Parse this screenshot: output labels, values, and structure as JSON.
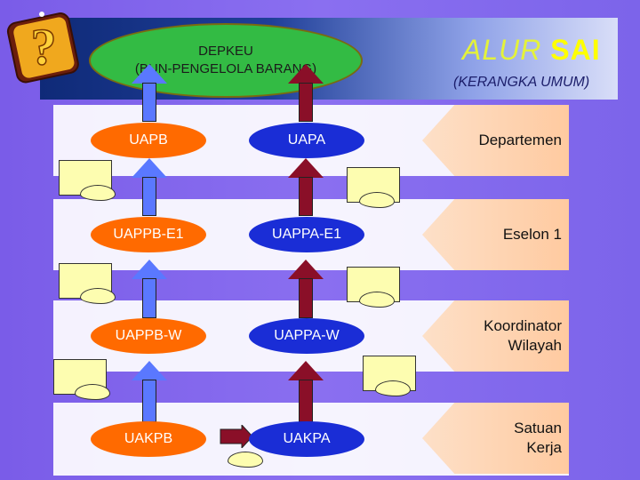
{
  "header": {
    "title_light": "ALUR",
    "title_bold": "SAI",
    "subtitle": "(KERANGKA UMUM)"
  },
  "top_node": {
    "line1": "DEPKEU",
    "line2": "(BUN-PENGELOLA BARANG)"
  },
  "rows": [
    {
      "left": "UAPB",
      "mid": "UAPA",
      "right_line1": "Departemen",
      "right_line2": ""
    },
    {
      "left": "UAPPB-E1",
      "mid": "UAPPA-E1",
      "right_line1": "Eselon 1",
      "right_line2": ""
    },
    {
      "left": "UAPPB-W",
      "mid": "UAPPA-W",
      "right_line1": "Koordinator",
      "right_line2": "Wilayah"
    },
    {
      "left": "UAKPB",
      "mid": "UAKPA",
      "right_line1": "Satuan",
      "right_line2": "Kerja"
    }
  ],
  "colors": {
    "background": "#7a5ce8",
    "left_node": "#ff6a00",
    "mid_node": "#1a2dd6",
    "ellipse": "#33bb44",
    "up_arrow": "#5a78ff",
    "down_arrow": "#8a0f28",
    "title": "#ffff00"
  },
  "icons": [
    "question-mark-logo",
    "document-icon",
    "up-arrow",
    "down-arrow",
    "right-arrow"
  ]
}
